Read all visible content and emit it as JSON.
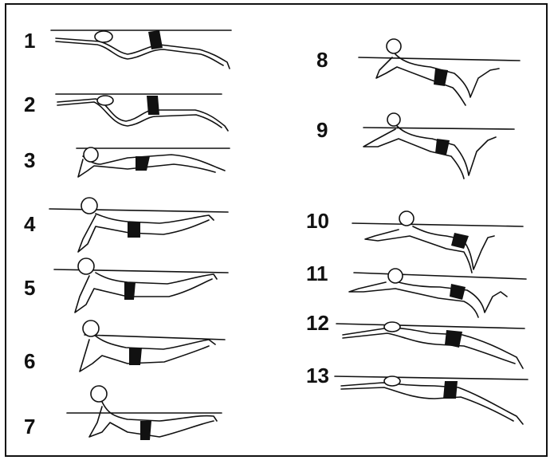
{
  "figures": [
    {
      "id": 1,
      "label": "1"
    },
    {
      "id": 2,
      "label": "2"
    },
    {
      "id": 3,
      "label": "3"
    },
    {
      "id": 4,
      "label": "4"
    },
    {
      "id": 5,
      "label": "5"
    },
    {
      "id": 6,
      "label": "6"
    },
    {
      "id": 7,
      "label": "7"
    },
    {
      "id": 8,
      "label": "8"
    },
    {
      "id": 9,
      "label": "9"
    },
    {
      "id": 10,
      "label": "10"
    },
    {
      "id": 11,
      "label": "11"
    },
    {
      "id": 12,
      "label": "12"
    },
    {
      "id": 13,
      "label": "13"
    }
  ]
}
